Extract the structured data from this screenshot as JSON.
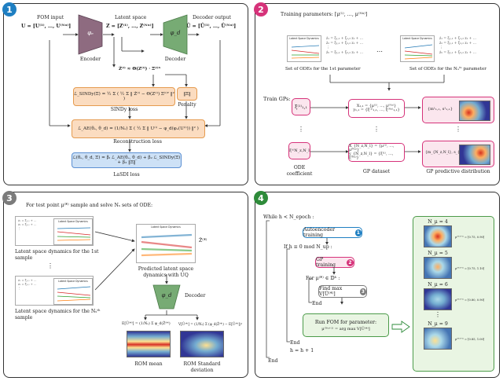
{
  "colors": {
    "blue": "#1f7fc2",
    "pink": "#d6337a",
    "grey": "#7b7b7b",
    "green": "#2e8b3a",
    "orange_fill": "#fbdcc0",
    "orange_border": "#e59b4f",
    "blue_fill": "#cde1f6",
    "blue_border": "#5b8fd2",
    "pink_fill": "#fbe6ee",
    "pink_border": "#d6337a",
    "green_fill": "#e9f5e3",
    "green_border": "#4c9b4a",
    "encoder": "#8e6b80",
    "decoder": "#77ab74"
  },
  "badges": {
    "p1": "1",
    "p2": "2",
    "p3": "3",
    "p4": "4"
  },
  "p1": {
    "fom_input": "FOM input",
    "u_def": "U = [U⁽¹⁾, …, U⁽ᴺᵘ⁾]",
    "latent_space": "Latent space",
    "z_def": "Z = [Z⁽¹⁾, …, Z⁽ᴺᵘ⁾]",
    "decoder_output": "Decoder output",
    "uhat_def": "Û = [Û⁽¹⁾, …, Û⁽ᴺᵘ⁾]",
    "phi_e": "φₑ",
    "phi_d": "φ_d",
    "encoder": "Encoder",
    "decoder": "Decoder",
    "zdot": "Ż⁽ⁱ⁾ ≈ Θ(Z⁽ⁱ⁾) · Ξ⁽ⁱ⁾ᵀ",
    "sindy_eq": "ℒ_SINDy(Ξ) = ½ Σ ( ½ Σ ‖ Ż⁽ⁱ⁾ − Θ(Z⁽ⁱ⁾) Ξ⁽ⁱ⁾ᵀ ‖² )",
    "sindy_label": "SINDy loss",
    "penalty_eq": "‖Ξ‖",
    "penalty_label": "Penalty",
    "recon_eq": "ℒ_AE(θₑ, θ_d) = (1/Nᵤ) Σ ( ½ Σ ‖ U⁽ⁱ⁾ − φ_d(φₑ(U⁽ⁱ⁾)) ‖² )",
    "recon_label": "Reconstruction loss",
    "lasdi_eq": "ℒ(θₑ, θ_d, Ξ) = βₗ ℒ_AE(θₑ, θ_d) + β₂ ℒ_SINDy(Ξ) + β₃ ‖Ξ‖",
    "lasdi_label": "LaSDI loss"
  },
  "p2": {
    "training_params": "Training parameters: [μ⁽¹⁾, …, μ⁽ᴺᵘ⁾]",
    "ode1_caption": "Set of ODEs for the 1st parameter",
    "odeN_caption": "Set of ODEs for the Nᵤᵗʰ parameter",
    "ellipsis": "…",
    "train_gps": "Train GPs:",
    "xi_top": "ξ⁽¹⁾₁,₁",
    "xi_bot": "ξ⁽ⁱ⁾N_z,N_l",
    "gp1_x": "X₁,₁ = {μ⁽¹⁾, …, μ⁽ᴺᵘ⁾}",
    "gp1_y": "y₁,₁ = {ξ⁽¹⁾₁,₁, …, ξ⁽ᴺᵘ⁾₁,₁}",
    "gpN_x": "X_{N_z,N_l} = {μ⁽¹⁾, …, μ⁽ᴺᵘ⁾}",
    "gpN_y": "y_{N_z,N_l} = {ξ⁽¹⁾, …, ξ⁽ᴺᵘ⁾}",
    "pred1": "{m¹₁,₁, s¹₁,₁}",
    "predN": "{m_{N_z,N_l}, s_{N_z,N_l}}",
    "ode_coef": "ODE\ncoefficient",
    "gp_dataset": "GP dataset",
    "gp_pred": "GP predictive distribution",
    "vdots": "⋮"
  },
  "p3": {
    "title": "For test point μ⁽*⁾ sample and solve Nₛ sets of ODE:",
    "lsd_title": "Latent Space Dynamics",
    "caption1": "Latent space dynamics for the 1st sample",
    "captionN": "Latent space dynamics for the Nₛᵗʰ sample",
    "pred_latent": "Predicted latent space\ndynamics with UQ",
    "zhat": "Ẑ⁽*⁾",
    "phi_d": "φ_d",
    "decoder": "Decoder",
    "rom_mean_eq": "E[Ũ⁽*⁾] = (1/Nₛ) Σ φ_d(Ẑ⁽*⁾)",
    "rom_std_eq": "V[Ũ⁽*⁾] = (1/Nₛ) Σ (φ_d(Ẑ⁽*⁾) − E[Ũ⁽*⁾])²",
    "rom_mean": "ROM mean",
    "rom_std": "ROM Standard\ndeviation",
    "vdots": "⋮"
  },
  "p4": {
    "while": "While h < N_epoch :",
    "ae_training": "Autoencoder training",
    "if_line": "If  h ≡ 0  mod  N_up :",
    "gp_training": "GP training",
    "for_line": "For μ⁽*⁾ ∈ 𝔻ʰ :",
    "find_max": "Find max V[Ũ⁽*⁾]",
    "end": "End",
    "run_fom": "Run FOM for parameter:",
    "argmax": "μ⁽ᴺᵘ⁺¹⁾ = arg max V[Ũ⁽*⁾]",
    "h_update": "h = h + 1",
    "n1": "1",
    "n2": "2",
    "n3": "3",
    "panels": [
      {
        "n": "N_μ = 4",
        "mu": "μ⁽ᴺᵘ⁺¹⁾ = [0.75, 0.90]"
      },
      {
        "n": "N_μ = 5",
        "mu": "μ⁽ᴺᵘ⁺¹⁾ = [0.75, 1.10]"
      },
      {
        "n": "N_μ = 6",
        "mu": "μ⁽ᴺᵘ⁺¹⁾ = [0.80, 0.90]"
      },
      {
        "n": "N_μ = 9",
        "mu": "μ⁽ᴺᵘ⁺¹⁾ = [0.85, 1.00]"
      }
    ]
  }
}
